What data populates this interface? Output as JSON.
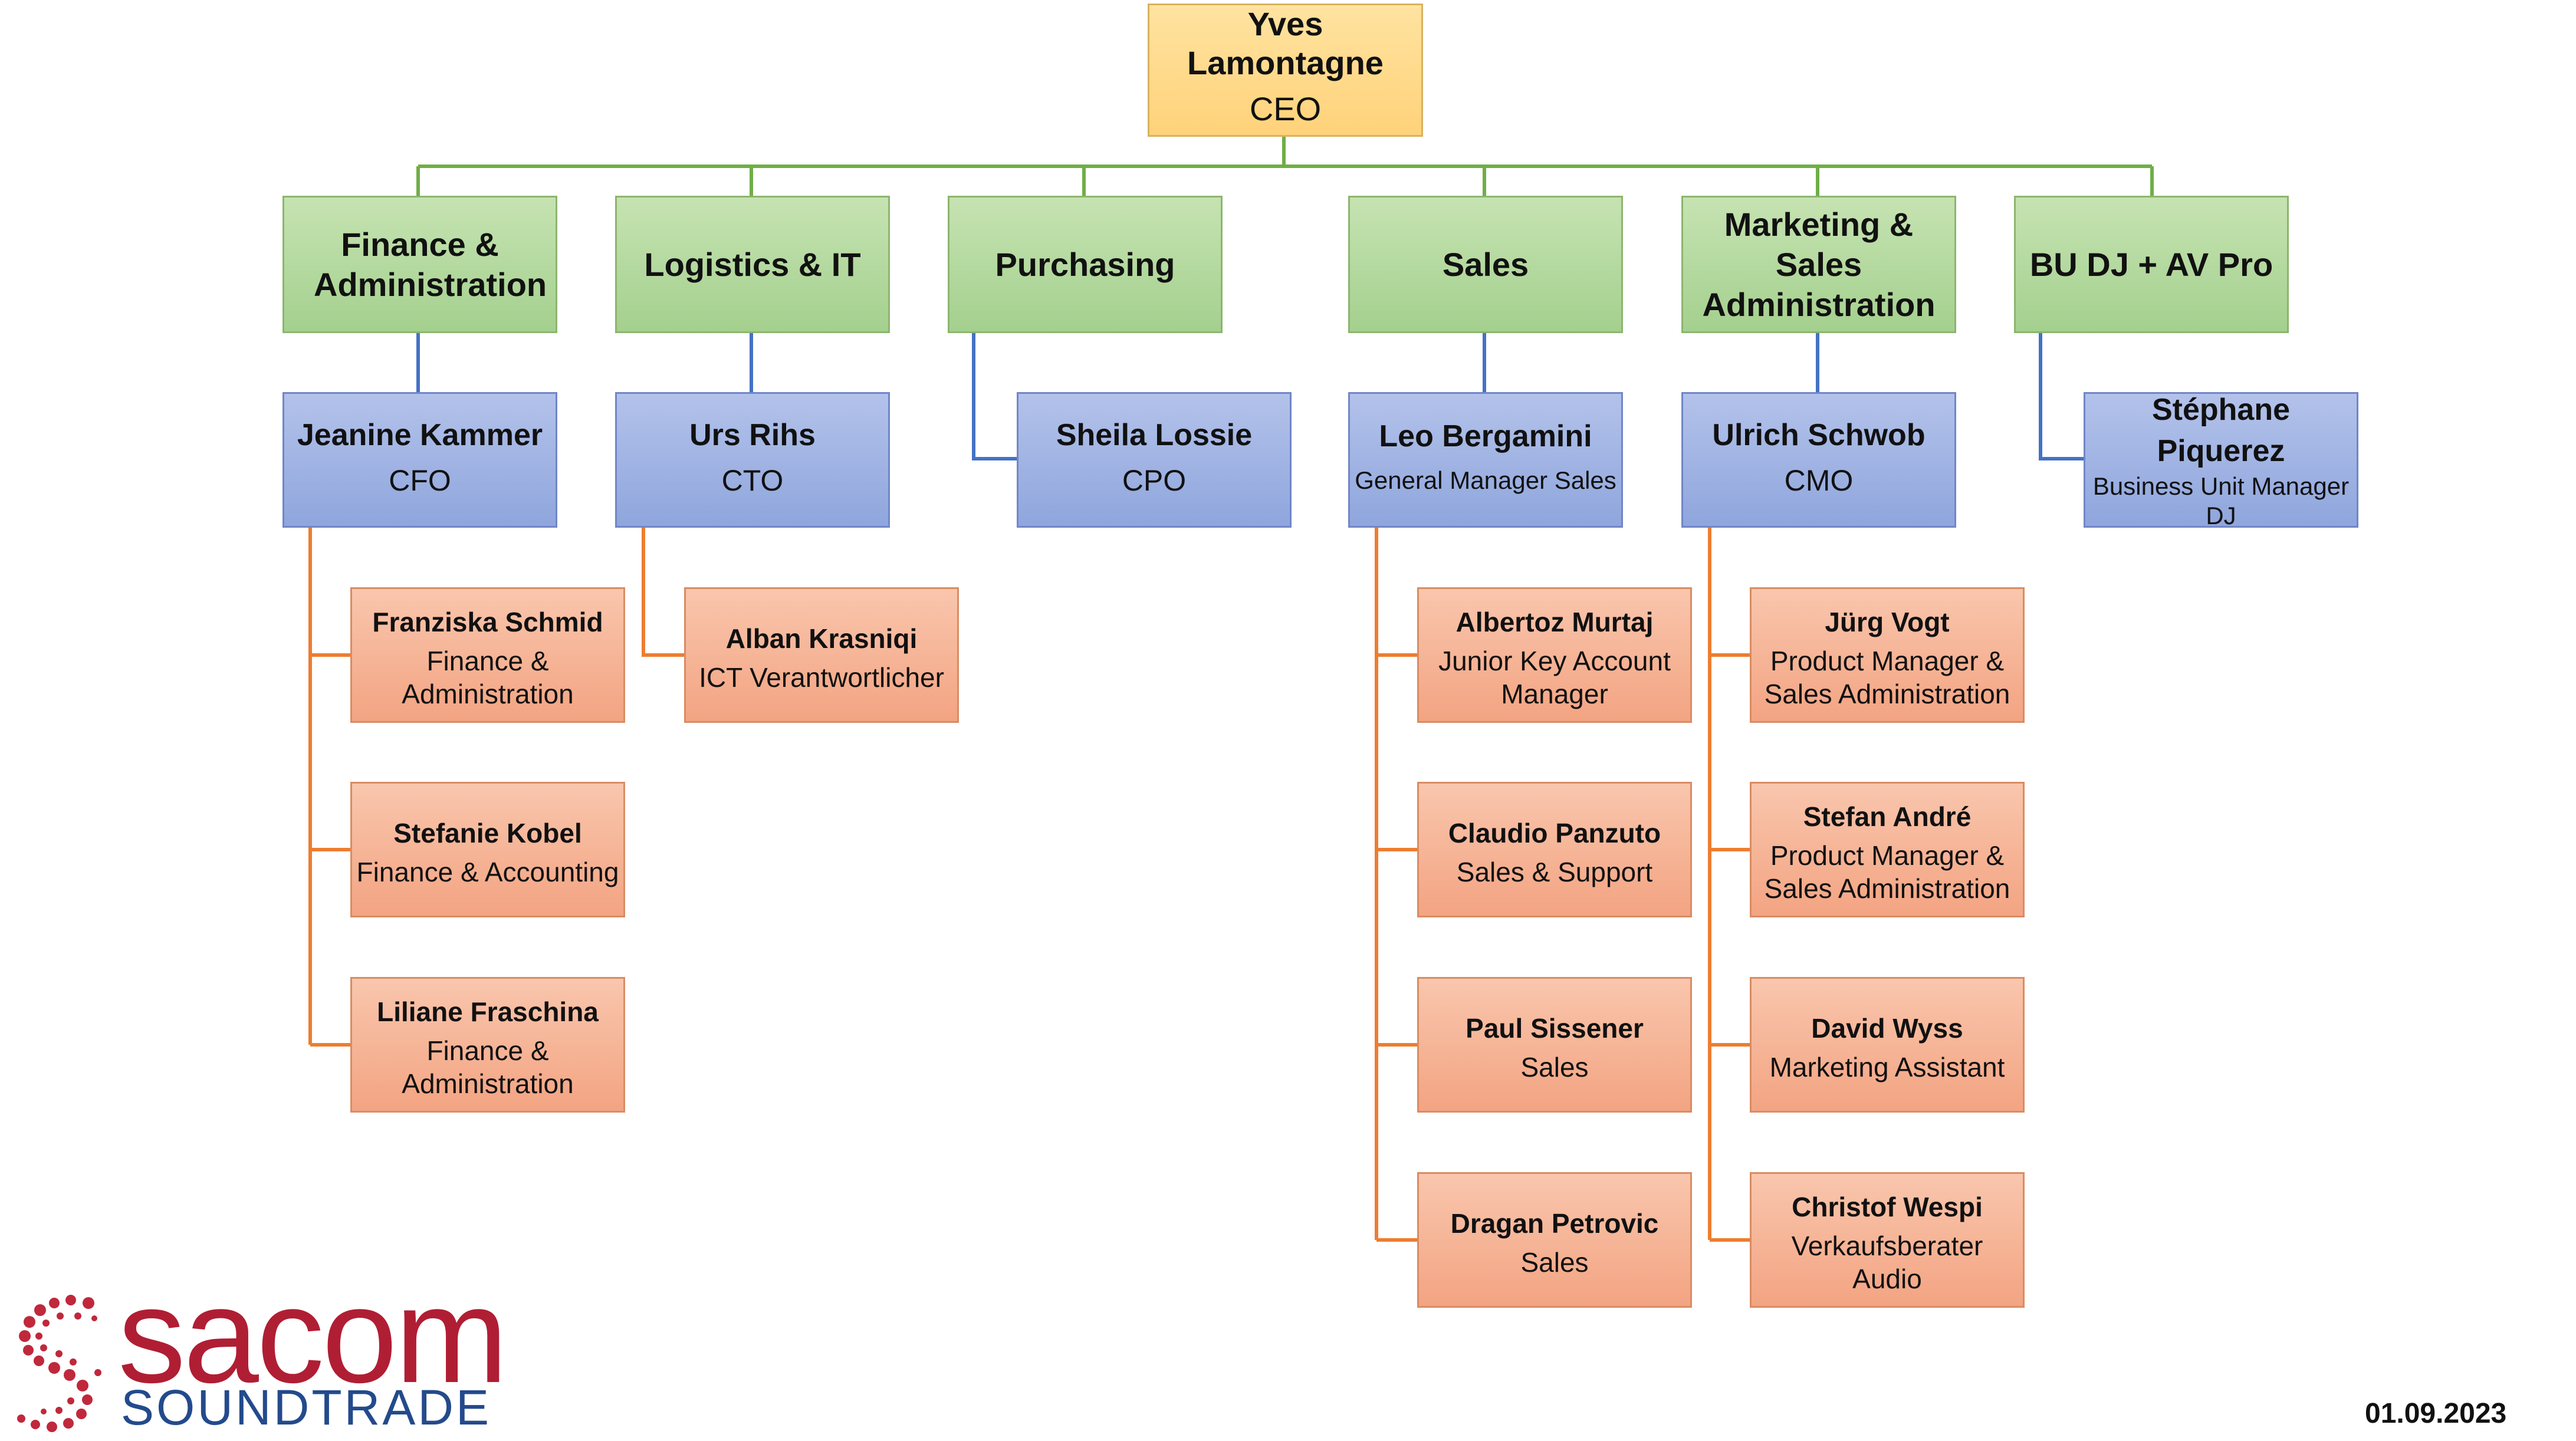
{
  "ceo": {
    "name": "Yves Lamontagne",
    "title": "CEO"
  },
  "departments": [
    {
      "label": "Finance & Administration"
    },
    {
      "label": "Logistics & IT"
    },
    {
      "label": "Purchasing"
    },
    {
      "label": "Sales"
    },
    {
      "label": "Marketing & Sales Administration"
    },
    {
      "label": "BU DJ + AV Pro"
    }
  ],
  "heads": [
    {
      "name": "Jeanine Kammer",
      "title": "CFO"
    },
    {
      "name": "Urs Rihs",
      "title": "CTO"
    },
    {
      "name": "Sheila Lossie",
      "title": "CPO"
    },
    {
      "name": "Leo Bergamini",
      "title": "General Manager Sales"
    },
    {
      "name": "Ulrich Schwob",
      "title": "CMO"
    },
    {
      "name": "Stéphane Piquerez",
      "title": "Business Unit Manager DJ"
    }
  ],
  "finance_staff": [
    {
      "name": "Franziska Schmid",
      "title": "Finance & Administration"
    },
    {
      "name": "Stefanie Kobel",
      "title": "Finance & Accounting"
    },
    {
      "name": "Liliane Fraschina",
      "title": "Finance & Administration"
    }
  ],
  "it_staff": [
    {
      "name": "Alban Krasniqi",
      "title": "ICT Verantwortlicher"
    }
  ],
  "sales_staff": [
    {
      "name": "Albertoz Murtaj",
      "title": "Junior Key Account Manager"
    },
    {
      "name": "Claudio Panzuto",
      "title": "Sales & Support"
    },
    {
      "name": "Paul Sissener",
      "title": "Sales"
    },
    {
      "name": "Dragan Petrovic",
      "title": "Sales"
    }
  ],
  "marketing_staff": [
    {
      "name": "Jürg Vogt",
      "title": "Product Manager & Sales Administration"
    },
    {
      "name": "Stefan André",
      "title": "Product Manager & Sales Administration"
    },
    {
      "name": "David Wyss",
      "title": "Marketing Assistant"
    },
    {
      "name": "Christof Wespi",
      "title": "Verkaufsberater Audio"
    }
  ],
  "logo": {
    "word": "sacom",
    "sub": "SOUNDTRADE"
  },
  "date": "01.09.2023",
  "colors": {
    "ceo": "#ffd27a",
    "department": "#a4d08e",
    "head": "#8fa6dd",
    "staff": "#f3a482",
    "line_green": "#6fae47",
    "line_blue": "#4472c4",
    "line_orange": "#ed7d31",
    "brand_red": "#b01e34",
    "brand_blue": "#234a8c"
  }
}
